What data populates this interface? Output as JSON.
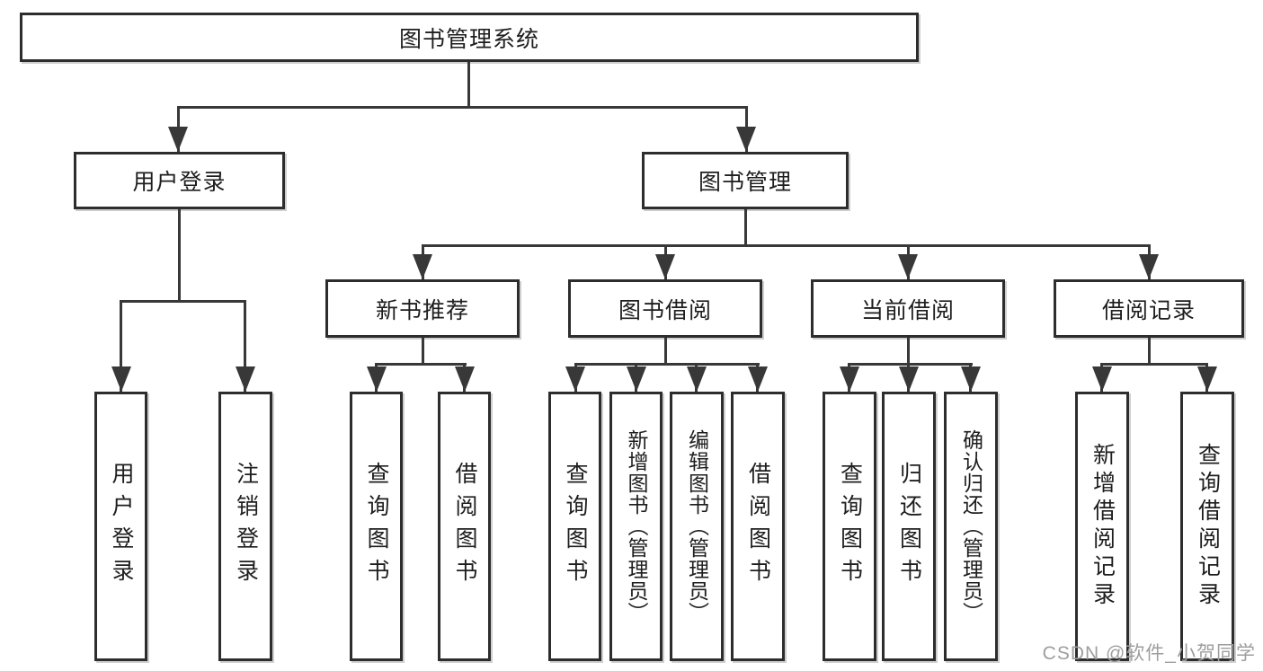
{
  "diagram": {
    "type": "hierarchy-structure-chart",
    "title": "图书管理系统"
  },
  "colors": {
    "background": "#ffffff",
    "box_border": "#2d2d2d",
    "connector_line": "#383838",
    "text": "#1e1e1e",
    "watermark": "#9e9e9e"
  },
  "tree": {
    "label": "图书管理系统",
    "children": [
      {
        "label": "用户登录",
        "children": [
          {
            "label": "用户登录"
          },
          {
            "label": "注销登录"
          }
        ]
      },
      {
        "label": "图书管理",
        "children": [
          {
            "label": "新书推荐",
            "children": [
              {
                "label": "查询图书"
              },
              {
                "label": "借阅图书"
              }
            ]
          },
          {
            "label": "图书借阅",
            "children": [
              {
                "label": "查询图书"
              },
              {
                "label": "新增图书（管理员）"
              },
              {
                "label": "编辑图书（管理员）"
              },
              {
                "label": "借阅图书"
              }
            ]
          },
          {
            "label": "当前借阅",
            "children": [
              {
                "label": "查询图书"
              },
              {
                "label": "归还图书"
              },
              {
                "label": "确认归还（管理员）"
              }
            ]
          },
          {
            "label": "借阅记录",
            "children": [
              {
                "label": "新增借阅记录"
              },
              {
                "label": "查询借阅记录"
              }
            ]
          }
        ]
      }
    ]
  },
  "watermark": "CSDN @软件_小贺同学"
}
